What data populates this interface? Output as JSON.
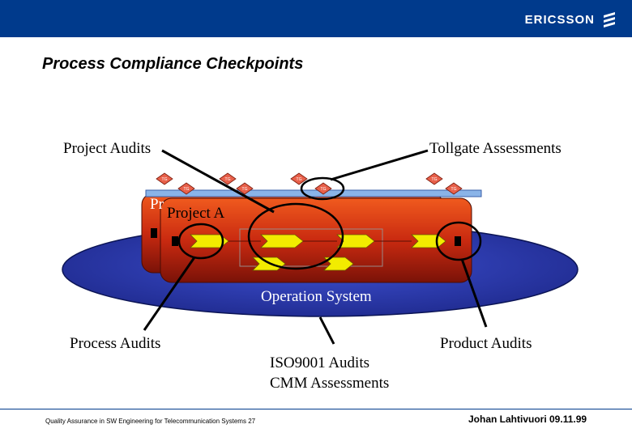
{
  "header": {
    "logo_text": "ERICSSON",
    "brand_color": "#003a8c"
  },
  "slide": {
    "title": "Process Compliance Checkpoints",
    "labels": {
      "project_audits": "Project Audits",
      "tollgate_assessments": "Tollgate Assessments",
      "process_audits": "Process Audits",
      "product_audits": "Product Audits",
      "iso9001_audits": "ISO9001 Audits",
      "cmm_assessments": "CMM Assessments",
      "operation_system": "Operation System",
      "project_a": "Project A",
      "project_back_partial": "Pr",
      "tollgate_marker": "TG"
    }
  },
  "footer": {
    "left_text": "Quality Assurance in SW Engineering for Telecommunication Systems 27",
    "right_text": "Johan Lahtivuori 09.11.99"
  },
  "colors": {
    "ellipse": "#2f3fb8",
    "box_red": "#d8360f",
    "rail": "#8ab4e8",
    "tg_diamond": "#e8604a",
    "arrow": "#f2ec00"
  }
}
